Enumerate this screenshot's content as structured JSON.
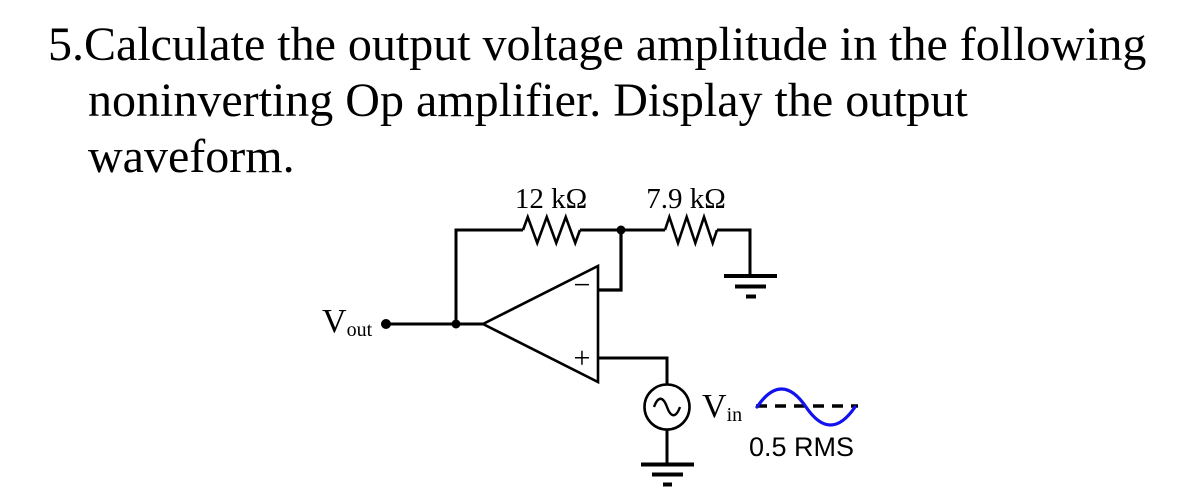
{
  "title": {
    "lines": [
      "5.Calculate the output voltage amplitude in the following",
      "noninverting Op amplifier. Display the output",
      "waveform."
    ]
  },
  "circuit": {
    "feedback_resistor_label": "12 kΩ",
    "ground_resistor_label": "7.9 kΩ",
    "opamp": {
      "inverting_sign": "−",
      "noninverting_sign": "+"
    },
    "output_node": {
      "name": "V",
      "subscript": "out"
    },
    "input_source": {
      "name": "V",
      "subscript": "in"
    },
    "waveform": {
      "annotation": "0.5 RMS",
      "color": "#1212ee"
    }
  }
}
